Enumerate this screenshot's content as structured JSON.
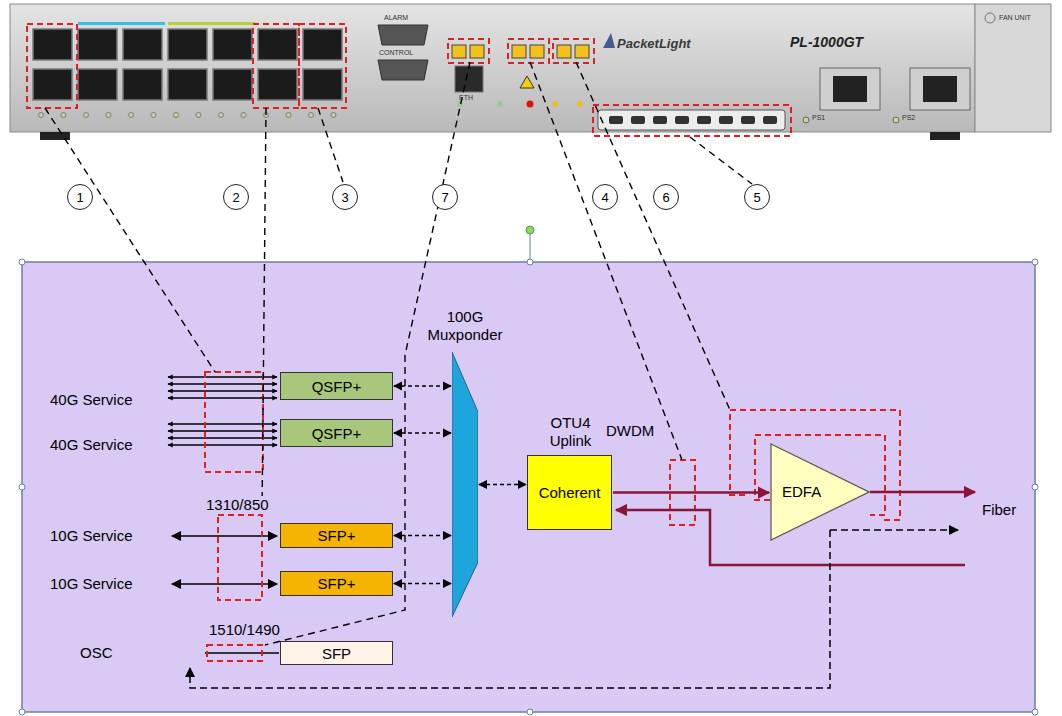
{
  "diagram": {
    "nodes": [
      {
        "text": [
          "1"
        ]
      },
      {
        "text": [
          "2"
        ]
      },
      {
        "text": [
          "3"
        ]
      },
      {
        "text": [
          "7"
        ]
      },
      {
        "text": [
          "4"
        ]
      },
      {
        "text": [
          "6"
        ]
      },
      {
        "text": [
          "5"
        ]
      },
      {
        "text": [
          "100G Muxponder"
        ]
      },
      {
        "text": [
          "QSFP+"
        ]
      },
      {
        "text": [
          "QSFP+"
        ]
      },
      {
        "text": [
          "OTU4 Uplink",
          "Coherent"
        ]
      },
      {
        "text": [
          "EDFA"
        ]
      },
      {
        "text": [
          "SFP+"
        ]
      },
      {
        "text": [
          "SFP+"
        ]
      },
      {
        "text": [
          "SFP"
        ]
      }
    ],
    "edges": [
      {
        "from": 8,
        "to": 7,
        "arrow": "both"
      },
      {
        "from": 9,
        "to": 7,
        "arrow": "both"
      },
      {
        "from": 12,
        "to": 7,
        "arrow": "both"
      },
      {
        "from": 13,
        "to": 7,
        "arrow": "both"
      },
      {
        "from": 7,
        "to": 10,
        "arrow": "both"
      },
      {
        "from": 10,
        "to": 11,
        "arrow": "to"
      }
    ],
    "labels": [
      "ALARM",
      "CONTROL",
      "ETH",
      "PacketLight",
      "PL-1000GT",
      "PS1",
      "PS2",
      "FAN UNIT",
      "40G Service",
      "40G Service",
      "1310/850",
      "10G Service",
      "10G Service",
      "1510/1490",
      "OSC",
      "DWDM",
      "Fiber"
    ]
  }
}
